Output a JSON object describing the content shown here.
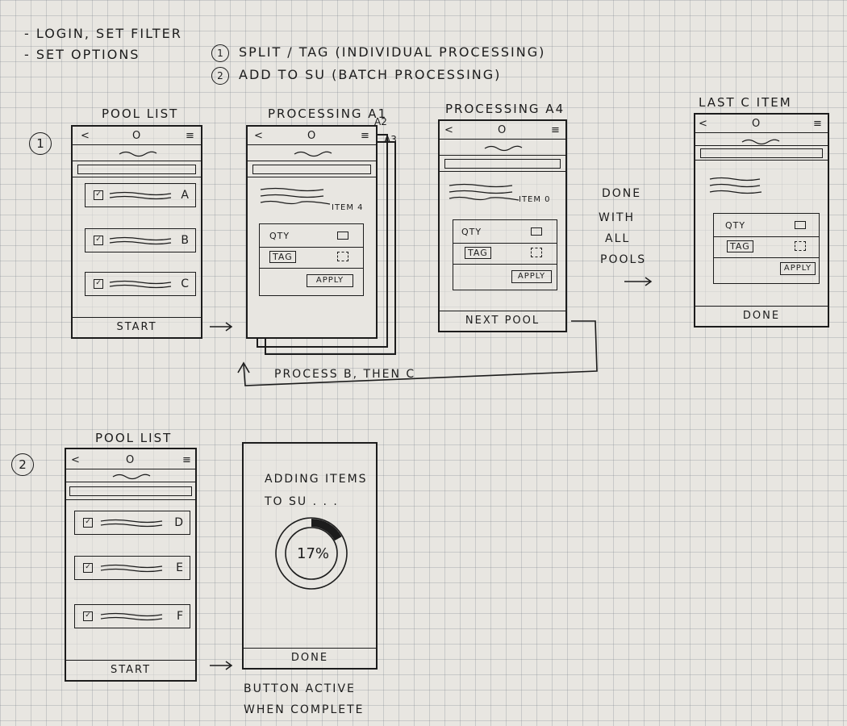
{
  "notes": {
    "line1": "- LOGIN, SET FILTER",
    "line2": "- SET OPTIONS",
    "opt1_num": "1",
    "opt1": "SPLIT / TAG (INDIVIDUAL PROCESSING)",
    "opt2_num": "2",
    "opt2": "ADD TO SU (BATCH PROCESSING)"
  },
  "flow1": {
    "marker": "1",
    "pool_list": {
      "title": "POOL LIST",
      "nav_back": "<",
      "nav_center": "O",
      "nav_menu": "≡",
      "rows": [
        {
          "check": "✓",
          "label": "A"
        },
        {
          "check": "✓",
          "label": "B"
        },
        {
          "check": "✓",
          "label": "C"
        }
      ],
      "footer": "START"
    },
    "processing_a1": {
      "title": "PROCESSING A1",
      "stack_labels": [
        "A2",
        "A3"
      ],
      "nav_back": "<",
      "nav_center": "O",
      "nav_menu": "≡",
      "item_label": "ITEM 4",
      "qty": "QTY",
      "tag": "TAG",
      "apply": "APPLY"
    },
    "processing_a4": {
      "title": "PROCESSING A4",
      "nav_back": "<",
      "nav_center": "O",
      "nav_menu": "≡",
      "item_label": "ITEM 0",
      "qty": "QTY",
      "tag": "TAG",
      "apply": "APPLY",
      "footer": "NEXT POOL"
    },
    "done_with_all_pools": [
      "DONE",
      "WITH",
      "ALL",
      "POOLS"
    ],
    "last_c_item": {
      "title": "LAST C ITEM",
      "nav_back": "<",
      "nav_center": "O",
      "nav_menu": "≡",
      "qty": "QTY",
      "tag": "TAG",
      "apply": "APPLY",
      "footer": "DONE"
    },
    "loop_note": "PROCESS B, THEN C"
  },
  "flow2": {
    "marker": "2",
    "pool_list": {
      "title": "POOL LIST",
      "nav_back": "<",
      "nav_center": "O",
      "nav_menu": "≡",
      "rows": [
        {
          "check": "✓",
          "label": "D"
        },
        {
          "check": "✓",
          "label": "E"
        },
        {
          "check": "✓",
          "label": "F"
        }
      ],
      "footer": "START"
    },
    "adding": {
      "line1": "ADDING ITEMS",
      "line2": "TO SU . . .",
      "percent": "17%",
      "progress": 0.17,
      "footer": "DONE"
    },
    "caption": [
      "BUTTON ACTIVE",
      "WHEN COMPLETE"
    ]
  },
  "ink_color": "#1c1c1c",
  "paper_color": "#e8e6e1"
}
